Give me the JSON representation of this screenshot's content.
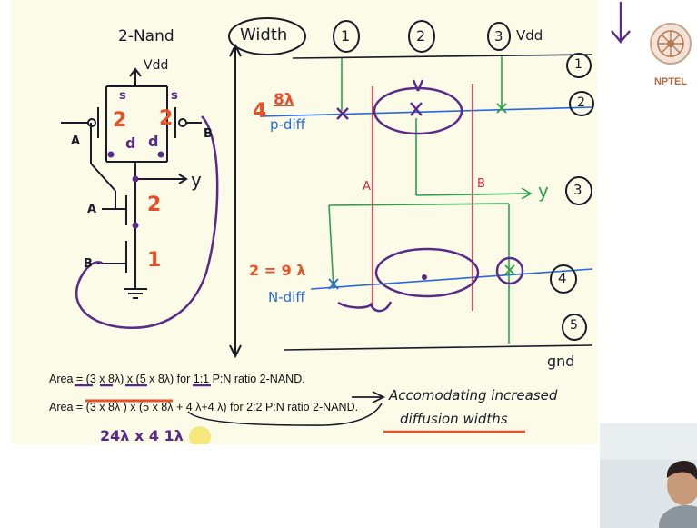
{
  "slide": {
    "gate_title": "2-Nand",
    "width_label": "Width",
    "vdd_schematic": "Vdd",
    "vdd_layout": "Vdd",
    "gnd_label": "gnd",
    "source_marks": [
      "s",
      "s"
    ],
    "drain_marks": [
      "d",
      "d"
    ],
    "pmos_widths": [
      "2",
      "2"
    ],
    "nmos_widths": [
      "2",
      "1"
    ],
    "input_a": "A",
    "input_b": "B",
    "input_a_n": "A",
    "input_b_n": "B",
    "output_label": "y",
    "p_width_factor": "4",
    "p_width_value": "8λ",
    "p_diff_label": "p-diff",
    "n_width_value": "2 = 9 λ",
    "n_diff_label": "N-diff",
    "gate_a_label": "A",
    "gate_b_label": "B",
    "output_layout_label": "y",
    "column_markers": [
      "1",
      "2",
      "3"
    ],
    "row_markers": [
      "1",
      "2",
      "3",
      "4",
      "5"
    ],
    "area_1": {
      "prefix": "Area = ",
      "expr": "(3 x 8λ) x (5 x 8λ)",
      "suffix": " for 1:1 P:N ratio 2-NAND."
    },
    "area_2": {
      "prefix": "Area = ",
      "expr": "(3 x 8λ ) x (5 x 8λ + 4 λ+4 λ)",
      "suffix": " for 2:2 P:N ratio 2-NAND."
    },
    "note_line1": "Accomodating increased",
    "note_line2": "diffusion widths",
    "bottom_scribble": "24λ x 4 1λ"
  },
  "logo": {
    "label": "NPTEL"
  },
  "colors": {
    "ink_black": "#1a1a2a",
    "ink_purple": "#5a2a8a",
    "ink_orange": "#e8502a",
    "ink_red": "#d8243a",
    "ink_blue": "#2a6ad8",
    "ink_green": "#2aa24a",
    "slide_bg": "#fbfbe7",
    "red_tab": "#b0261e",
    "highlight": "#f5e36a"
  }
}
